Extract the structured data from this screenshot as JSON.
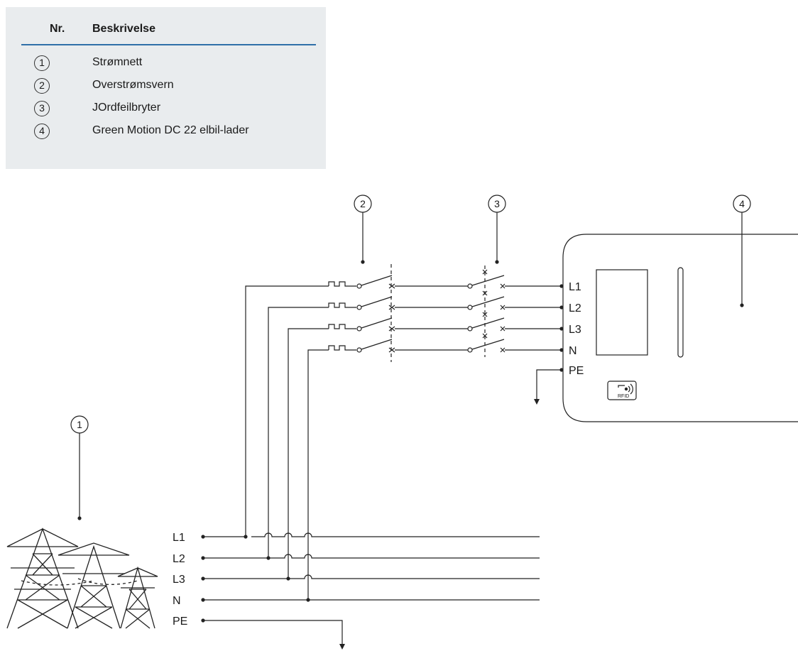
{
  "legend": {
    "header_nr": "Nr.",
    "header_desc": "Beskrivelse",
    "rows": [
      {
        "num": "1",
        "text": "Strømnett"
      },
      {
        "num": "2",
        "text": "Overstrømsvern"
      },
      {
        "num": "3",
        "text": "JOrdfeilbryter"
      },
      {
        "num": "4",
        "text": "Green Motion DC 22 elbil-lader"
      }
    ]
  },
  "diagram": {
    "callouts": [
      "1",
      "2",
      "3",
      "4"
    ],
    "grid_lines": [
      "L1",
      "L2",
      "L3",
      "N",
      "PE"
    ],
    "charger_terminals": [
      "L1",
      "L2",
      "L3",
      "N",
      "PE"
    ],
    "rfid_label": "RFID"
  }
}
